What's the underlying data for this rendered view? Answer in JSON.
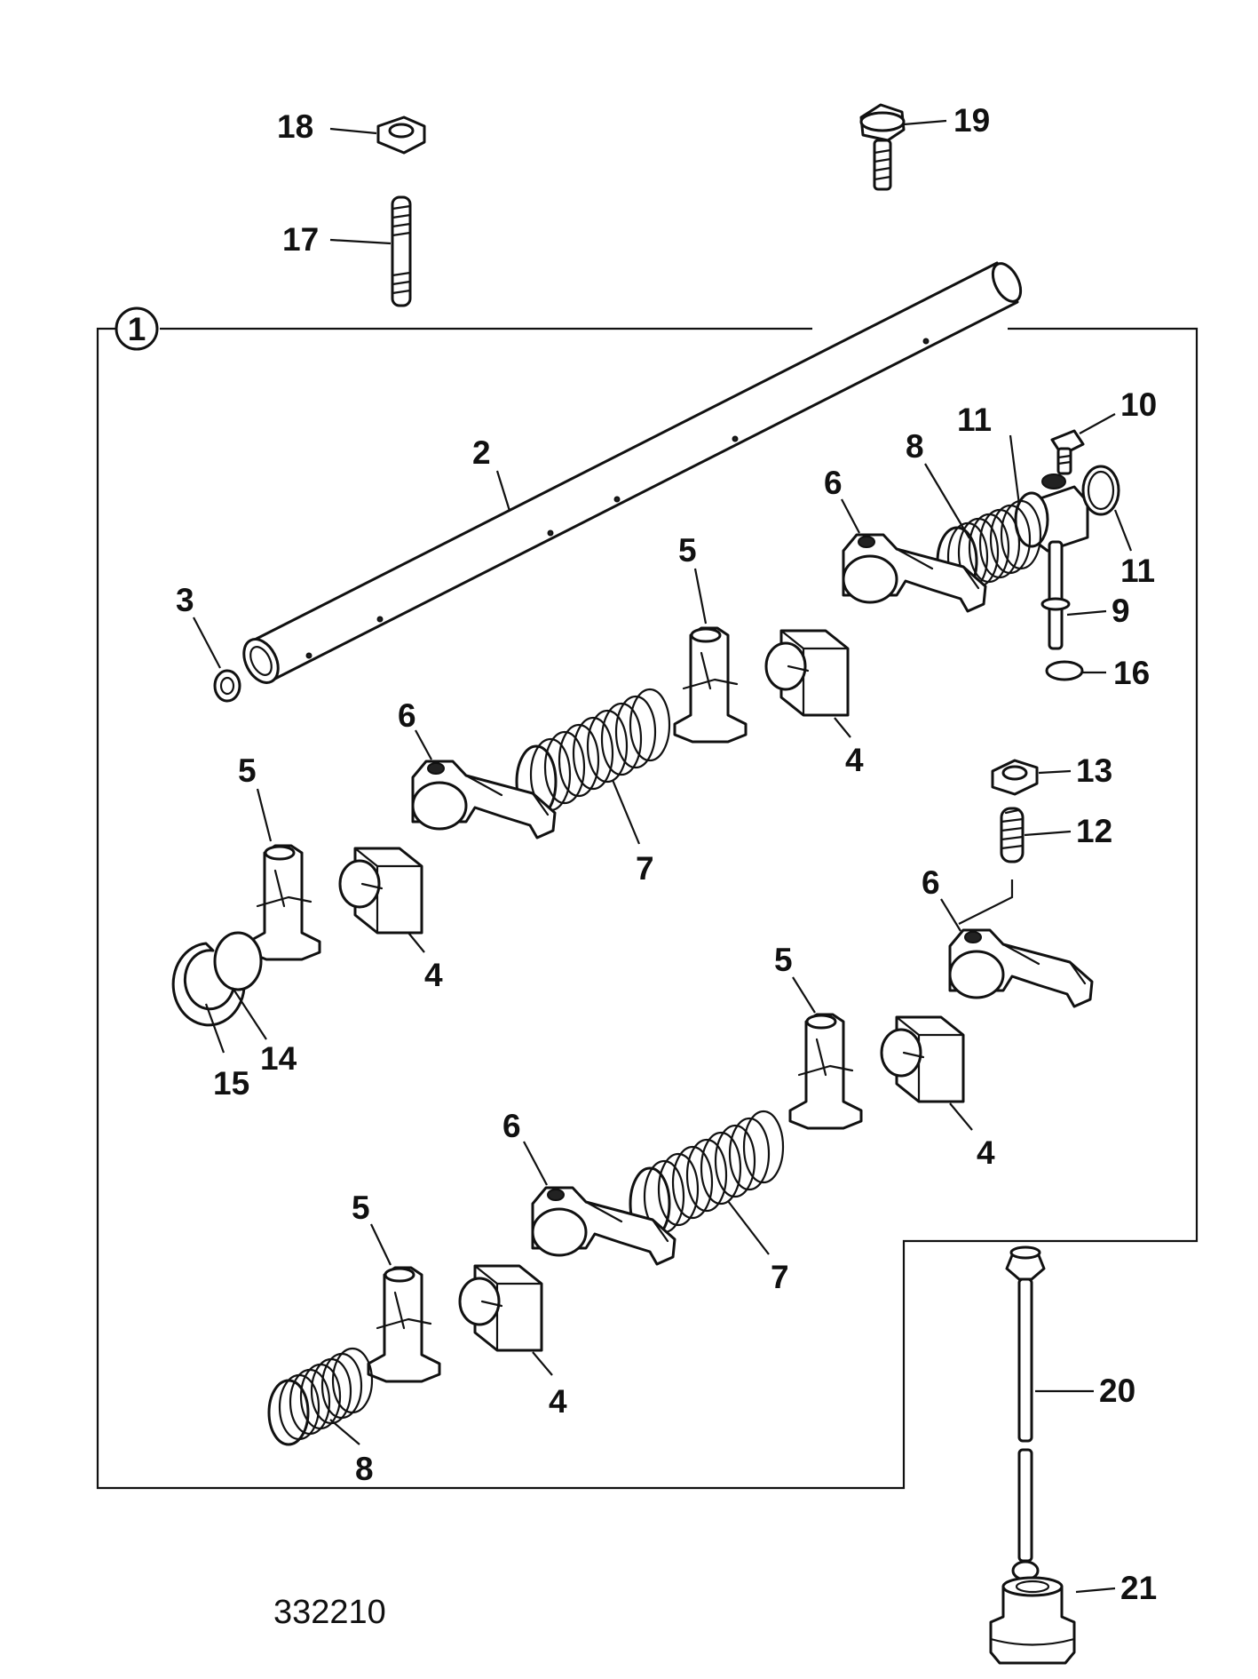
{
  "callouts": {
    "c1": "1",
    "c2": "2",
    "c3": "3",
    "c4a": "4",
    "c4b": "4",
    "c4c": "4",
    "c4d": "4",
    "c5a": "5",
    "c5b": "5",
    "c5c": "5",
    "c5d": "5",
    "c6a": "6",
    "c6b": "6",
    "c6c": "6",
    "c6d": "6",
    "c7a": "7",
    "c7b": "7",
    "c8a": "8",
    "c8b": "8",
    "c9": "9",
    "c10": "10",
    "c11a": "11",
    "c11b": "11",
    "c12": "12",
    "c13": "13",
    "c14": "14",
    "c15": "15",
    "c16": "16",
    "c17": "17",
    "c18": "18",
    "c19": "19",
    "c20": "20",
    "c21": "21"
  },
  "reference_number": "332210"
}
